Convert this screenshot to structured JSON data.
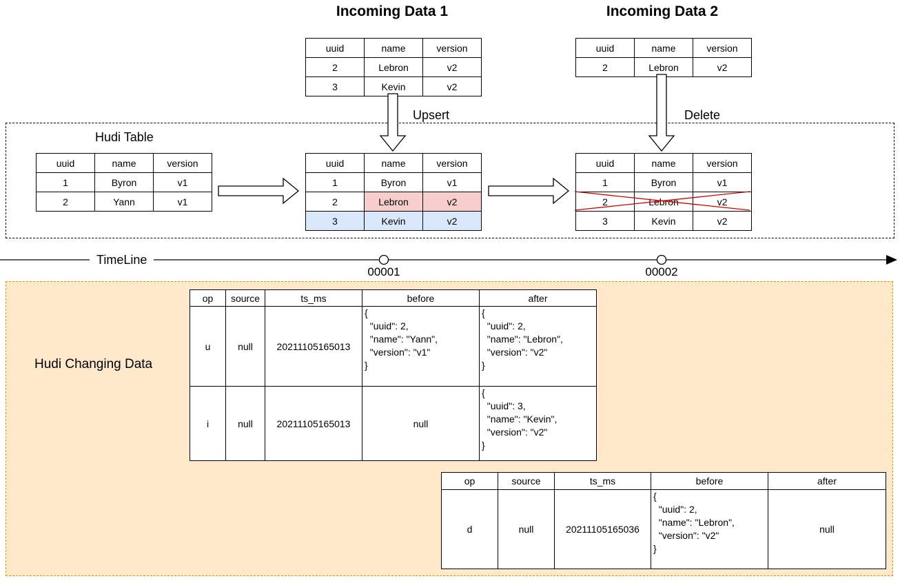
{
  "labels": {
    "incoming1_title": "Incoming Data 1",
    "incoming2_title": "Incoming Data 2",
    "upsert": "Upsert",
    "delete": "Delete",
    "hudi_table": "Hudi Table",
    "timeline": "TimeLine",
    "changing_data": "Hudi Changing Data",
    "commit1": "00001",
    "commit2": "00002"
  },
  "record_headers": [
    "uuid",
    "name",
    "version"
  ],
  "tables": {
    "incoming1": [
      [
        "2",
        "Lebron",
        "v2"
      ],
      [
        "3",
        "Kevin",
        "v2"
      ]
    ],
    "incoming2": [
      [
        "2",
        "Lebron",
        "v2"
      ]
    ],
    "hudi_initial": [
      [
        "1",
        "Byron",
        "v1"
      ],
      [
        "2",
        "Yann",
        "v1"
      ]
    ],
    "hudi_upserted": [
      [
        "1",
        "Byron",
        "v1"
      ],
      [
        "2",
        "Lebron",
        "v2"
      ],
      [
        "3",
        "Kevin",
        "v2"
      ]
    ],
    "hudi_deleted": [
      [
        "1",
        "Byron",
        "v1"
      ],
      [
        "2",
        "Lebron",
        "v2"
      ],
      [
        "3",
        "Kevin",
        "v2"
      ]
    ]
  },
  "cdc_headers": [
    "op",
    "source",
    "ts_ms",
    "before",
    "after"
  ],
  "cdc1": [
    [
      "u",
      "null",
      "20211105165013",
      "{\n  \"uuid\": 2,\n  \"name\": \"Yann\",\n  \"version\": \"v1\"\n}",
      "{\n  \"uuid\": 2,\n  \"name\": \"Lebron\",\n  \"version\": \"v2\"\n}"
    ],
    [
      "i",
      "null",
      "20211105165013",
      "null",
      "{\n  \"uuid\": 3,\n  \"name\": \"Kevin\",\n  \"version\": \"v2\"\n}"
    ]
  ],
  "cdc2": [
    [
      "d",
      "null",
      "20211105165036",
      "{\n  \"uuid\": 2,\n  \"name\": \"Lebron\",\n  \"version\": \"v2\"\n}",
      "null"
    ]
  ],
  "colors": {
    "updated_cell_fill": "#f8cecc",
    "inserted_row_fill": "#dae8fc",
    "delete_cross_stroke": "#cc0000",
    "panel_fill": "#ffe9ca",
    "panel_border": "#d79b00"
  }
}
